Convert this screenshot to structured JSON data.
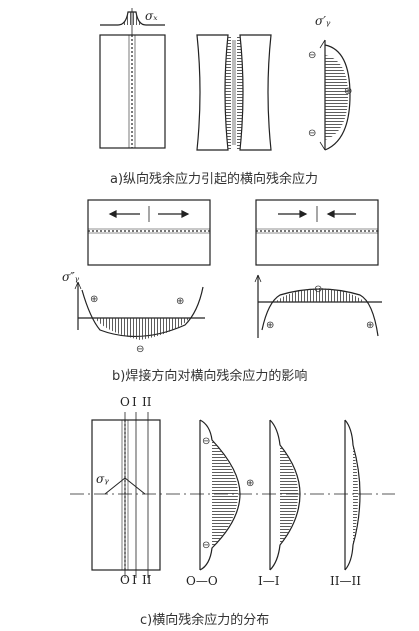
{
  "captions": {
    "a": "a)纵向残余应力引起的横向残余应力",
    "b": "b)焊接方向对横向残余应力的影响",
    "c": "c)横向残余应力的分布"
  },
  "symbols": {
    "sigma_x": "σₓ",
    "sigma_y_prime": "σ′ᵧ",
    "sigma_y_dprime": "σ″ᵧ",
    "sigma_y": "σᵧ"
  },
  "signs": {
    "minus": "⊖",
    "plus": "⊕"
  },
  "section_labels": {
    "top": [
      "O",
      "I",
      "II"
    ],
    "bottom": [
      "O",
      "I",
      "II"
    ],
    "o_o": "O—O",
    "i_i": "I—I",
    "ii_ii": "II—II"
  }
}
